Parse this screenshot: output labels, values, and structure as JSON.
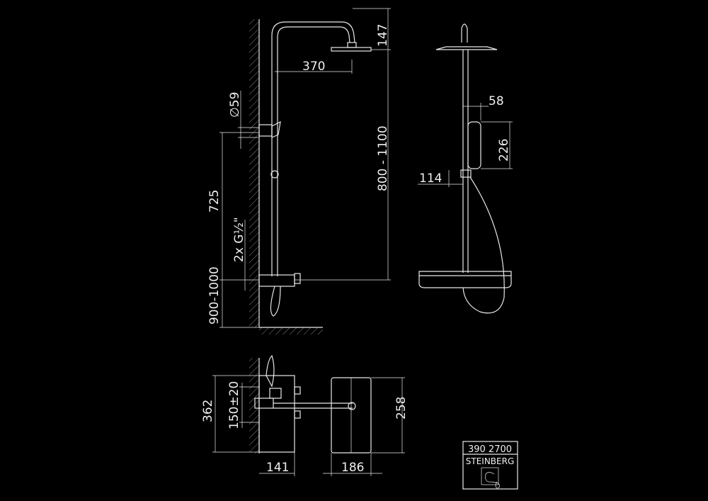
{
  "dimensions": {
    "head_height": "147",
    "arm_reach": "370",
    "flange_diameter": "∅59",
    "bracket_spacing": "725",
    "inlet_thread": "2x G½\"",
    "mount_height": "900-1000",
    "total_height": "800 - 1100",
    "handshower_width": "58",
    "handshower_length": "226",
    "holder_offset": "114",
    "top_view_depth": "362",
    "inlet_spacing": "150±20",
    "shelf_depth": "141",
    "shelf_width": "186",
    "head_plate_height": "258"
  },
  "title_block": {
    "article_number": "390 2700",
    "brand": "STEINBERG"
  }
}
